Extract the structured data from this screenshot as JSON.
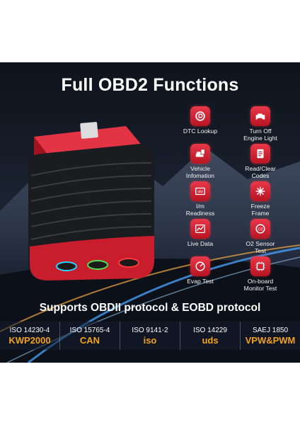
{
  "title": "Full OBD2 Functions",
  "functions": [
    {
      "label": "DTC Lookup",
      "icon": "dtc-lookup-icon"
    },
    {
      "label": "Turn Off\nEngine Light",
      "icon": "engine-light-icon"
    },
    {
      "label": "Vehicle\nInfomation",
      "icon": "vehicle-info-icon"
    },
    {
      "label": "Read/Clear\nCodes",
      "icon": "read-clear-codes-icon"
    },
    {
      "label": "I/m\nReadiness",
      "icon": "im-readiness-icon"
    },
    {
      "label": "Freeze\nFrame",
      "icon": "freeze-frame-icon"
    },
    {
      "label": "Live Data",
      "icon": "live-data-icon"
    },
    {
      "label": "O2 Sensor\nTest",
      "icon": "o2-sensor-icon"
    },
    {
      "label": "Evap Test",
      "icon": "evap-test-icon"
    },
    {
      "label": "On-board\nMonitor Test",
      "icon": "onboard-monitor-icon"
    }
  ],
  "icon_texts": {
    "im": "I/M",
    "o2": "O2"
  },
  "support_text": "Supports OBDII protocol & EOBD protocol",
  "protocols": [
    {
      "name": "ISO 14230-4",
      "value": "KWP2000"
    },
    {
      "name": "ISO 15765-4",
      "value": "CAN"
    },
    {
      "name": "ISO 9141-2",
      "value": "iso"
    },
    {
      "name": "ISO 14229",
      "value": "uds"
    },
    {
      "name": "SAEJ 1850",
      "value": "VPW&PWM"
    }
  ],
  "colors": {
    "accent": "#d4202f",
    "protocol_value": "#f2a21b",
    "device_body": "#1b1c1f"
  }
}
